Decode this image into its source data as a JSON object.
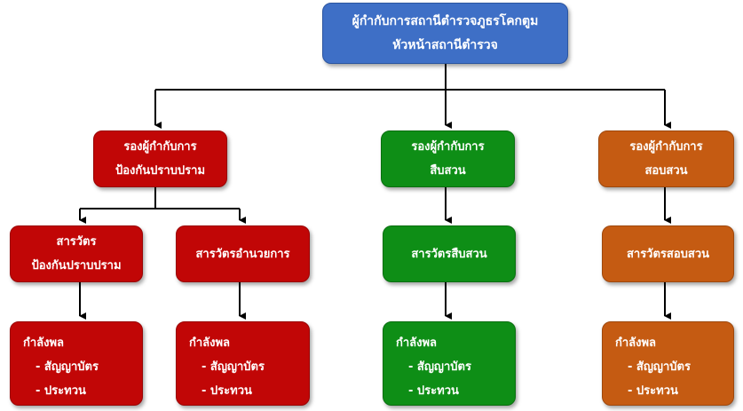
{
  "colors": {
    "top": "#3E6FC6",
    "red": "#C10606",
    "green": "#0E8E16",
    "orange": "#C55B12",
    "line": "#000000"
  },
  "top": {
    "line1": "ผู้กำกับการสถานีตำรวจภูธรโคกตูม",
    "line2": "หัวหน้าสถานีตำรวจ"
  },
  "deputies": {
    "prevention": {
      "line1": "รองผู้กำกับการ",
      "line2": "ป้องกันปราบปราม"
    },
    "investigation": {
      "line1": "รองผู้กำกับการ",
      "line2": "สืบสวน"
    },
    "inquiry": {
      "line1": "รองผู้กำกับการ",
      "line2": "สอบสวน"
    }
  },
  "inspectors": {
    "prevention": {
      "line1": "สารวัตร",
      "line2": "ป้องกันปราบปราม"
    },
    "traffic": {
      "line1": "สารวัตรอำนวยการ"
    },
    "investigation": {
      "line1": "สารวัตรสืบสวน"
    },
    "inquiry": {
      "line1": "สารวัตรสอบสวน"
    }
  },
  "personnel": {
    "title": "กำลังพล",
    "items": [
      "- สัญญาบัตร",
      "- ประทวน"
    ]
  }
}
